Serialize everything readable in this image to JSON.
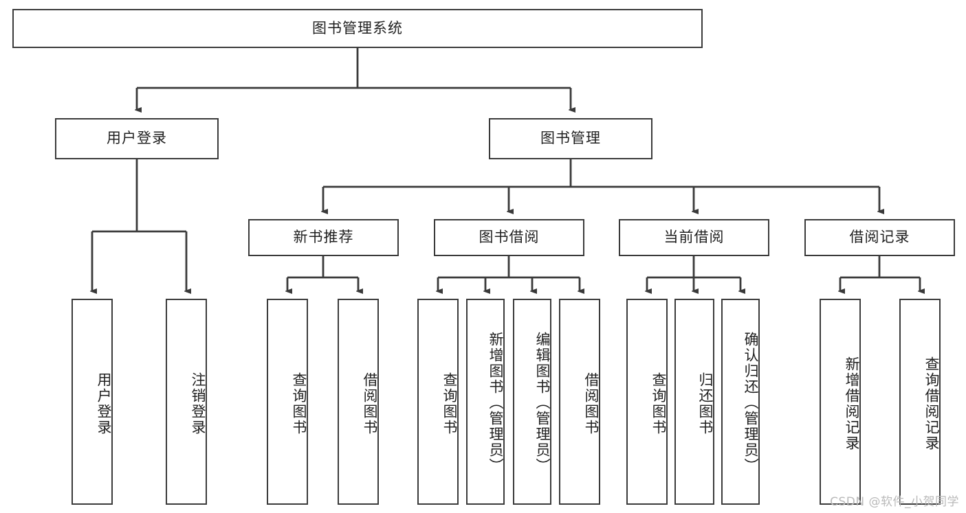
{
  "diagram": {
    "type": "hierarchy-tree",
    "title_node": {
      "id": "root",
      "label": "图书管理系统"
    },
    "level2": [
      {
        "id": "user-login",
        "label": "用户登录"
      },
      {
        "id": "book-manage",
        "label": "图书管理"
      }
    ],
    "level3": [
      {
        "id": "new-book-rec",
        "label": "新书推荐",
        "parent": "book-manage"
      },
      {
        "id": "book-borrow",
        "label": "图书借阅",
        "parent": "book-manage"
      },
      {
        "id": "current-borrow",
        "label": "当前借阅",
        "parent": "book-manage"
      },
      {
        "id": "borrow-record",
        "label": "借阅记录",
        "parent": "book-manage"
      }
    ],
    "leaves": {
      "user-login": [
        {
          "id": "leaf-user-login",
          "label": "用户登录"
        },
        {
          "id": "leaf-user-logout",
          "label": "注销登录"
        }
      ],
      "new-book-rec": [
        {
          "id": "leaf-query-book-1",
          "label": "查询图书"
        },
        {
          "id": "leaf-borrow-book-1",
          "label": "借阅图书"
        }
      ],
      "book-borrow": [
        {
          "id": "leaf-query-book-2",
          "label": "查询图书"
        },
        {
          "id": "leaf-add-book",
          "label": "新增图书（管理员）"
        },
        {
          "id": "leaf-edit-book",
          "label": "编辑图书（管理员）"
        },
        {
          "id": "leaf-borrow-book-2",
          "label": "借阅图书"
        }
      ],
      "current-borrow": [
        {
          "id": "leaf-query-book-3",
          "label": "查询图书"
        },
        {
          "id": "leaf-return-book",
          "label": "归还图书"
        },
        {
          "id": "leaf-confirm-return",
          "label": "确认归还（管理员）"
        }
      ],
      "borrow-record": [
        {
          "id": "leaf-add-record",
          "label": "新增借阅记录"
        },
        {
          "id": "leaf-query-record",
          "label": "查询借阅记录"
        }
      ]
    },
    "colors": {
      "stroke": "#3a3a3a",
      "fill": "#ffffff",
      "text": "#1f1f1f",
      "watermark": "#b9b9b9"
    }
  },
  "watermark": {
    "text": "CSDN @软件_小贺同学"
  }
}
